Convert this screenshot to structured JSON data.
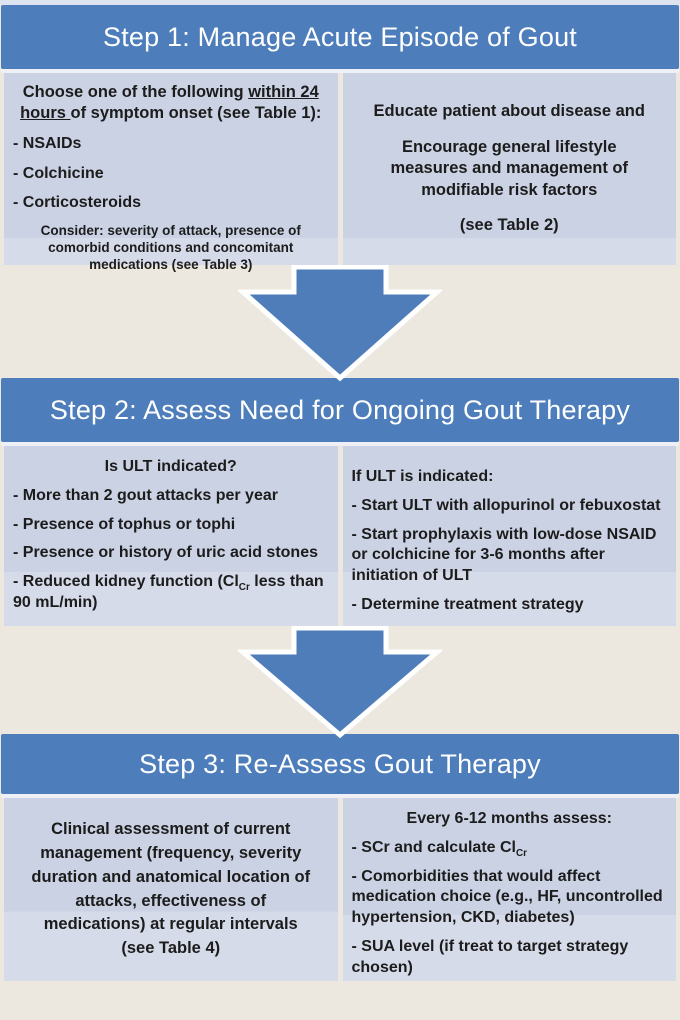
{
  "figure": {
    "colors": {
      "header_bg": "#4d7dba",
      "header_text": "#ffffff",
      "panel_bg": "#cad2e4",
      "panel_bg_light": "#d6dbe9",
      "canvas_bg": "#ece8df",
      "arrow_fill": "#4e7db9",
      "arrow_outline": "#ffffff",
      "body_text": "#1c1c1c"
    },
    "icons": {
      "flow_arrow": "thick-down-arrow"
    },
    "steps": [
      {
        "title": "Step 1: Manage Acute Episode of Gout",
        "left": {
          "intro_pre": "Choose one of the following  ",
          "intro_emph": "within 24 hours ",
          "intro_post": " of symptom onset (see Table 1):",
          "bullets": [
            "- NSAIDs",
            "- Colchicine",
            "- Corticosteroids"
          ],
          "note": "Consider: severity of attack, presence of comorbid conditions and concomitant medications (see Table 3)"
        },
        "right": {
          "line1": "Educate patient about disease and",
          "line2": "Encourage general lifestyle measures and management of modifiable risk factors",
          "line3": "(see Table 2)"
        }
      },
      {
        "title": "Step 2: Assess Need for Ongoing Gout Therapy",
        "left": {
          "heading": "Is ULT indicated?",
          "bullets": [
            "- More than 2 gout attacks per year",
            "- Presence of tophus or tophi",
            "- Presence or history of uric acid stones"
          ],
          "kidney_pre": "- Reduced kidney function  (Cl",
          "kidney_sub": "Cr",
          "kidney_post": " less than 90 mL/min)"
        },
        "right": {
          "heading": "If ULT is indicated:",
          "bullets": [
            "- Start ULT with allopurinol or febuxostat",
            "- Start prophylaxis with low-dose NSAID or colchicine for 3-6 months after initiation of ULT",
            "- Determine treatment strategy"
          ]
        }
      },
      {
        "title": "Step 3: Re-Assess Gout Therapy",
        "left": {
          "paragraph": "Clinical assessment of current management (frequency, severity duration and anatomical location of attacks, effectiveness of medications) at regular intervals  (see Table 4)"
        },
        "right": {
          "heading": "Every 6-12 months assess:",
          "scr_pre": "- SCr and calculate Cl",
          "scr_sub": "Cr",
          "bullets": [
            "- Comorbidities that would affect medication choice (e.g., HF, uncontrolled hypertension, CKD, diabetes)",
            "- SUA level (if treat to target strategy chosen)"
          ]
        }
      }
    ]
  }
}
